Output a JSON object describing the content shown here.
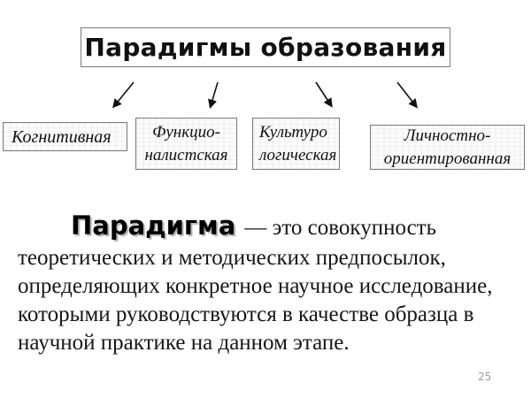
{
  "slide": {
    "title": "Парадигмы образования",
    "page_number": "25"
  },
  "boxes": [
    {
      "name": "cognitive",
      "lines": [
        "Когнитивная"
      ]
    },
    {
      "name": "functionalist",
      "lines": [
        "Функцио-",
        "налистская"
      ]
    },
    {
      "name": "culturological",
      "lines": [
        "Культуро",
        "логическая"
      ]
    },
    {
      "name": "personality-oriented",
      "lines": [
        "Личностно-",
        "ориентированная"
      ]
    }
  ],
  "definition": {
    "term": "Парадигма",
    "intro_rest": "— это совокупность",
    "lines": [
      "теоретических и методических предпосылок,",
      "определяющих конкретное научное исследование,",
      "которыми руководствуются в качестве образца в",
      "научной практике на данном этапе."
    ]
  },
  "colors": {
    "box_border": "#7a7a7a",
    "text": "#111111",
    "page_number": "#9c9c9c"
  }
}
